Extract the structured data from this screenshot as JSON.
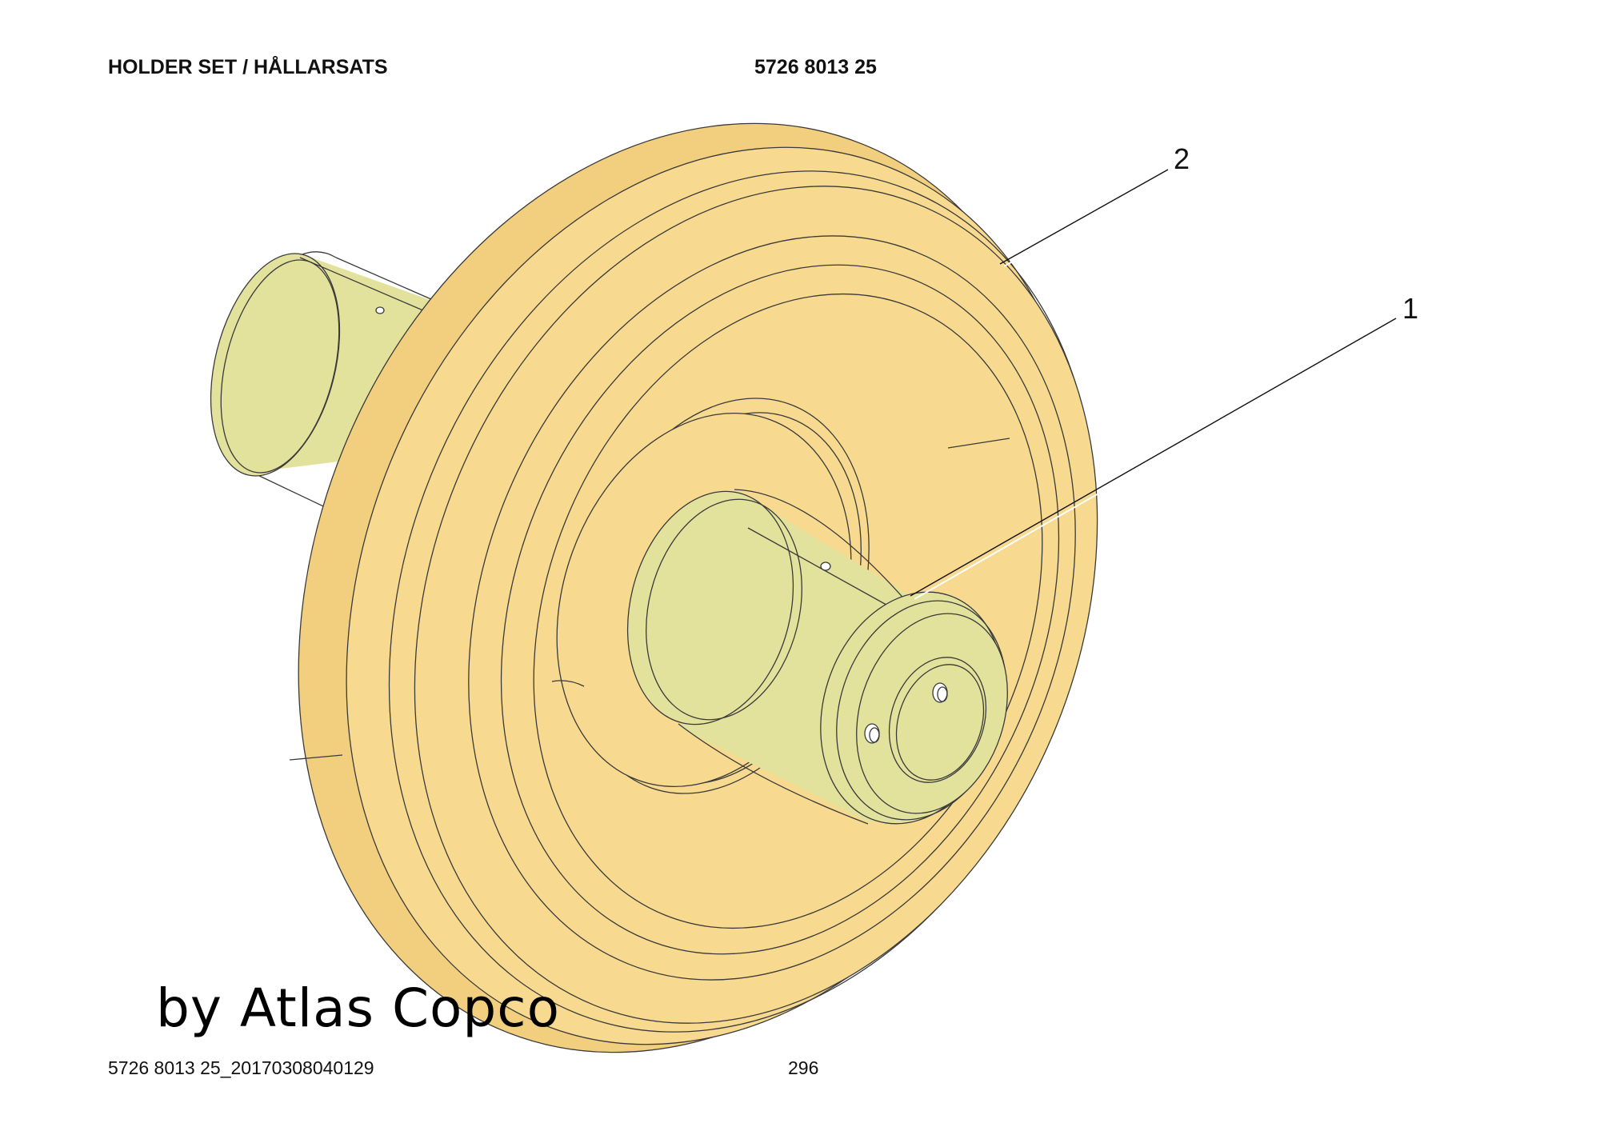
{
  "header": {
    "title": "HOLDER SET / HÅLLARSATS",
    "part_number": "5726 8013 25"
  },
  "footer": {
    "document_id": "5726 8013 25_20170308040129",
    "page_number": "296"
  },
  "callouts": [
    {
      "label": "2",
      "part": "wheel"
    },
    {
      "label": "1",
      "part": "axle"
    }
  ],
  "watermark": "by Atlas Copco",
  "colors": {
    "wheel": "#f7da8f",
    "wheel_shade": "#f1cf7e",
    "axle": "#e2e29d",
    "outline": "#3a3a3a"
  }
}
